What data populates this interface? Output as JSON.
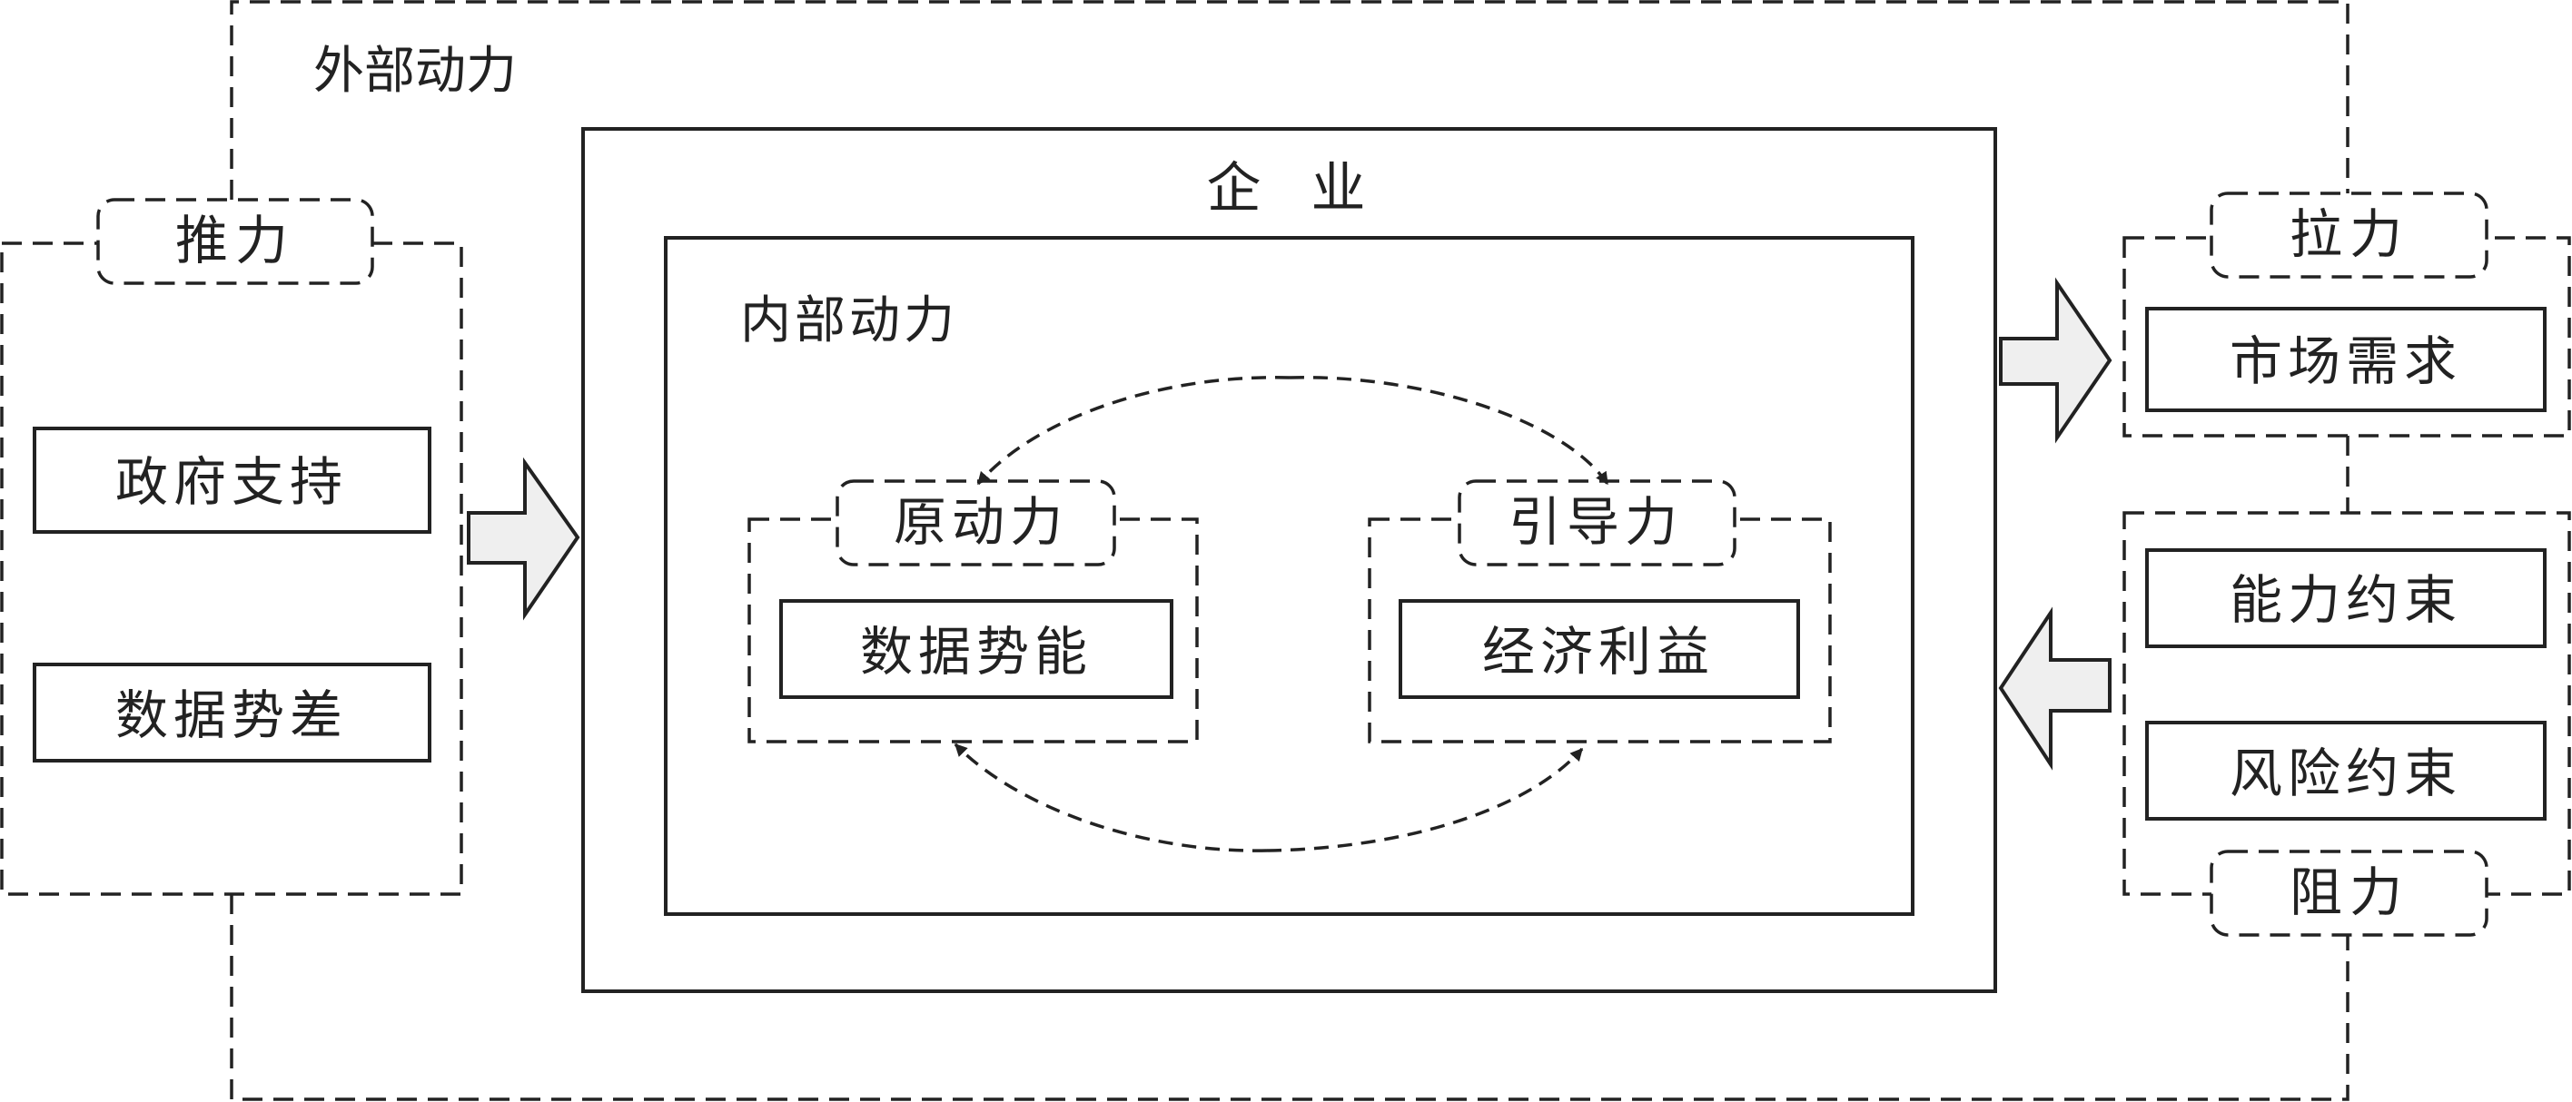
{
  "outer_label": "外部动力",
  "enterprise_label": "企 业",
  "internal_label": "内部动力",
  "push": {
    "title": "推力",
    "items": [
      "政府支持",
      "数据势差"
    ]
  },
  "pull": {
    "title": "拉力",
    "items": [
      "市场需求"
    ]
  },
  "resistance": {
    "title": "阻力",
    "items": [
      "能力约束",
      "风险约束"
    ]
  },
  "original_force": {
    "title": "原动力",
    "item": "数据势能"
  },
  "guiding_force": {
    "title": "引导力",
    "item": "经济利益"
  }
}
